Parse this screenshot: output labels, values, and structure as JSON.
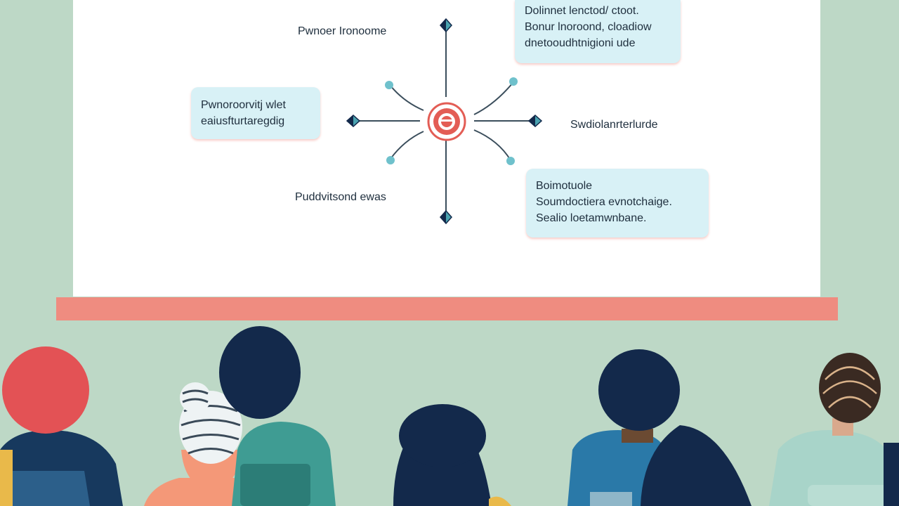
{
  "slide": {
    "labels": {
      "top_left": "Pwnoer Ironoome",
      "right": "Swdiolanrterlurde",
      "bottom_left": "Puddvitsond ewas"
    },
    "callouts": {
      "left": [
        "Pwnoroorvitj wlet",
        "eaiusfturtaregdig"
      ],
      "top_right": [
        "Dolinnet lenctod/ ctoot.",
        "Bonur lnoroond, cloadiow",
        "dnetooudhtnigioni ude"
      ],
      "bottom_right": [
        "Boimotuole",
        "Soumdoctiera evnotchaige.",
        "Sealio loetamwnbane."
      ]
    }
  },
  "colors": {
    "background": "#bdd8c6",
    "screen": "#ffffff",
    "ledge": "#ef8c80",
    "callout": "#d8f1f6",
    "hub": "#e35d55",
    "node": "#4aa3b0",
    "navy": "#13294b"
  },
  "icons": {
    "hub": "target-hub-icon",
    "nodes": "diamond-node-icon"
  }
}
